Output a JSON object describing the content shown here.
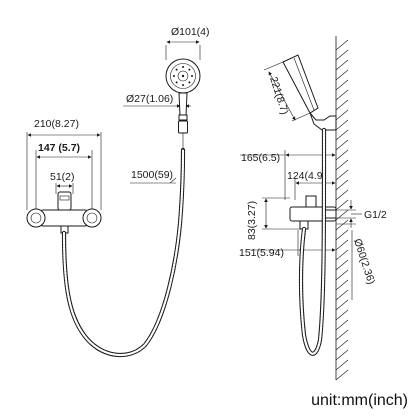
{
  "dimensions": {
    "head_diameter": "Ø101(4)",
    "handle_diameter": "Ø27(1.06)",
    "hose_length": "1500(59)",
    "mixer_total_width": "210(8.27)",
    "mixer_center_distance": "147 (5.7)",
    "mixer_inner": "51(2)",
    "head_length": "221(8.7)",
    "projection_total": "165(6.5)",
    "projection_mid": "124(4.9)",
    "height_a": "83(3.27)",
    "connection": "G1/2",
    "spout_projection": "151(5.94)",
    "spout_diameter": "Ø60(2.36)"
  },
  "unit_note": "unit:mm(inch)"
}
